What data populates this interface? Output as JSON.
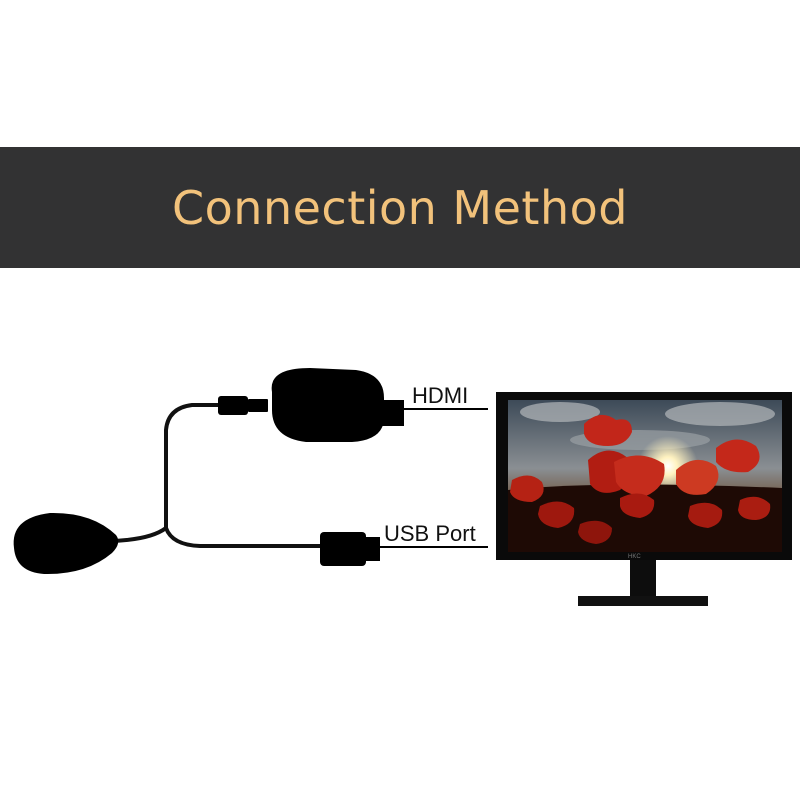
{
  "header": {
    "title": "Connection Method"
  },
  "labels": {
    "hdmi": "HDMI",
    "usb": "USB Port"
  },
  "monitor": {
    "brand": "HKC"
  },
  "colors": {
    "banner_bg": "#323233",
    "title_text": "#f2c27b"
  }
}
